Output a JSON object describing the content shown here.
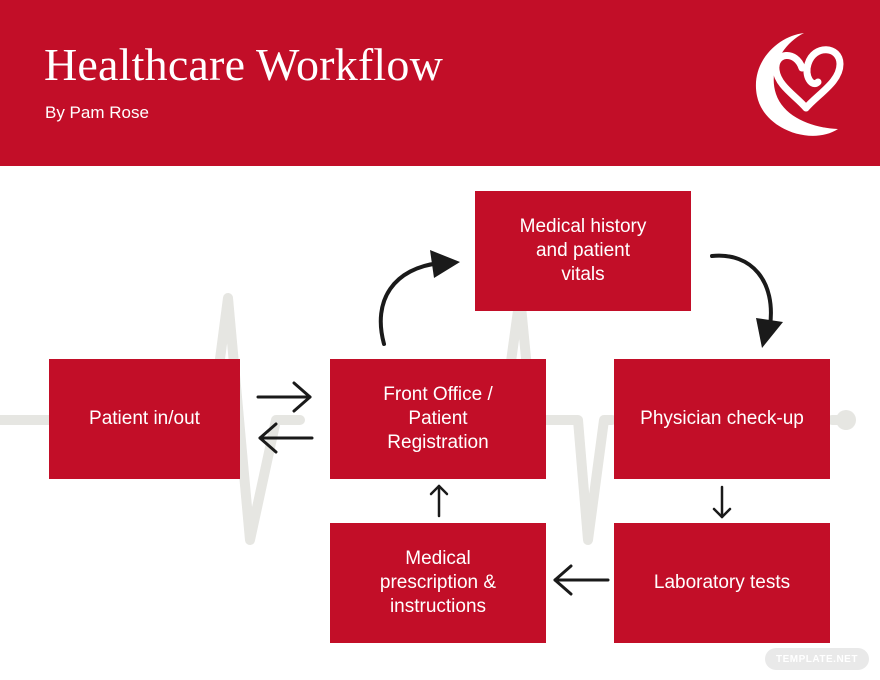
{
  "header": {
    "title": "Healthcare Workflow",
    "subtitle": "By Pam Rose",
    "logo_icon": "heart-logo-icon"
  },
  "colors": {
    "primary_red": "#c20e28",
    "box_text": "#ffffff",
    "arrow": "#1a1a1a",
    "ekg_line": "#e6e6e2"
  },
  "boxes": {
    "patient": "Patient in/out",
    "front_office": "Front Office /\nPatient\nRegistration",
    "history": "Medical history\nand patient\nvitals",
    "physician": "Physician check-up",
    "lab": "Laboratory tests",
    "prescription": "Medical\nprescription &\ninstructions"
  },
  "watermark": "TEMPLATE.NET"
}
